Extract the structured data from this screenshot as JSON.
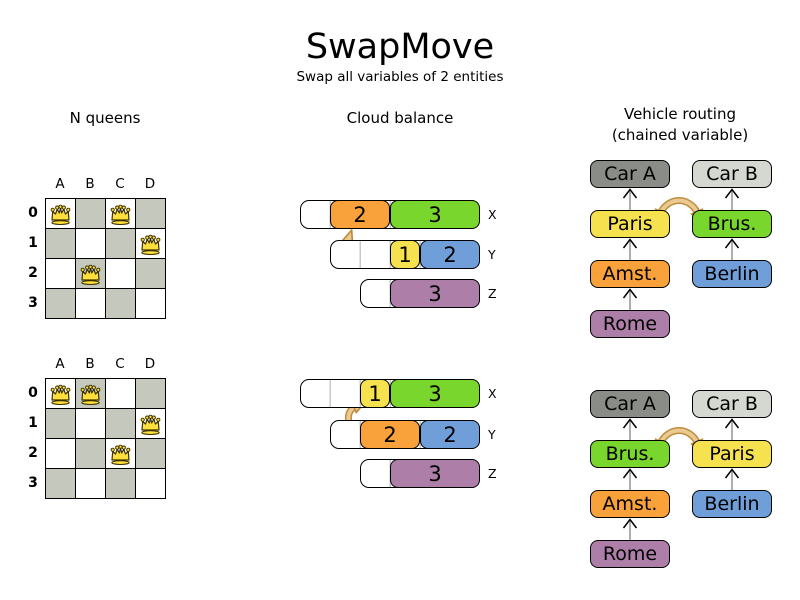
{
  "title": "SwapMove",
  "subtitle": "Swap all variables of 2 entities",
  "sections": {
    "nqueens": {
      "label": "N queens"
    },
    "cloud": {
      "label": "Cloud balance"
    },
    "vehicle": {
      "label": "Vehicle routing",
      "sublabel": "(chained variable)"
    }
  },
  "nqueens": {
    "columns": [
      "A",
      "B",
      "C",
      "D"
    ],
    "rows": [
      "0",
      "1",
      "2",
      "3"
    ],
    "states": {
      "before": [
        {
          "col": "A",
          "row": "0"
        },
        {
          "col": "C",
          "row": "0"
        },
        {
          "col": "D",
          "row": "1"
        },
        {
          "col": "B",
          "row": "2"
        }
      ],
      "after": [
        {
          "col": "A",
          "row": "0"
        },
        {
          "col": "B",
          "row": "0"
        },
        {
          "col": "D",
          "row": "1"
        },
        {
          "col": "C",
          "row": "2"
        }
      ]
    }
  },
  "cloud": {
    "states": {
      "before": [
        {
          "label": "X",
          "capacity": 6,
          "blocks": [
            {
              "value": 2,
              "color": "orange"
            },
            {
              "value": 3,
              "color": "green"
            }
          ]
        },
        {
          "label": "Y",
          "capacity": 5,
          "blocks": [
            {
              "value": 1,
              "color": "yellow"
            },
            {
              "value": 2,
              "color": "blue"
            }
          ]
        },
        {
          "label": "Z",
          "capacity": 4,
          "blocks": [
            {
              "value": 3,
              "color": "purple"
            }
          ]
        }
      ],
      "after": [
        {
          "label": "X",
          "capacity": 6,
          "blocks": [
            {
              "value": 1,
              "color": "yellow"
            },
            {
              "value": 3,
              "color": "green"
            }
          ]
        },
        {
          "label": "Y",
          "capacity": 5,
          "blocks": [
            {
              "value": 2,
              "color": "orange"
            },
            {
              "value": 2,
              "color": "blue"
            }
          ]
        },
        {
          "label": "Z",
          "capacity": 4,
          "blocks": [
            {
              "value": 3,
              "color": "purple"
            }
          ]
        }
      ]
    }
  },
  "vehicle": {
    "states": {
      "before": [
        {
          "boxes": [
            {
              "label": "Car A",
              "color": "car_a"
            },
            {
              "label": "Paris",
              "color": "yellow"
            },
            {
              "label": "Amst.",
              "color": "orange"
            },
            {
              "label": "Rome",
              "color": "purple"
            }
          ]
        },
        {
          "boxes": [
            {
              "label": "Car B",
              "color": "car_b"
            },
            {
              "label": "Brus.",
              "color": "green"
            },
            {
              "label": "Berlin",
              "color": "blue"
            }
          ]
        }
      ],
      "after": [
        {
          "boxes": [
            {
              "label": "Car A",
              "color": "car_a"
            },
            {
              "label": "Brus.",
              "color": "green"
            },
            {
              "label": "Amst.",
              "color": "orange"
            },
            {
              "label": "Rome",
              "color": "purple"
            }
          ]
        },
        {
          "boxes": [
            {
              "label": "Car B",
              "color": "car_b"
            },
            {
              "label": "Paris",
              "color": "yellow"
            },
            {
              "label": "Berlin",
              "color": "blue"
            }
          ]
        }
      ]
    }
  },
  "palette": {
    "orange": "#F9A13A",
    "green": "#79D62C",
    "yellow": "#F6E14F",
    "blue": "#6F9ED8",
    "purple": "#AD7FA8",
    "car_a": "#8A8C87",
    "car_b": "#D5D8D1",
    "board_gray": "#C5C8BD",
    "queen_gold": "#FFDF3D",
    "swap_arrow_fill": "#EBCA92",
    "swap_arrow_outline": "#BE8C3C",
    "queen_arrow_fill": "#D9B173",
    "queen_arrow_outline": "#9E7833"
  }
}
